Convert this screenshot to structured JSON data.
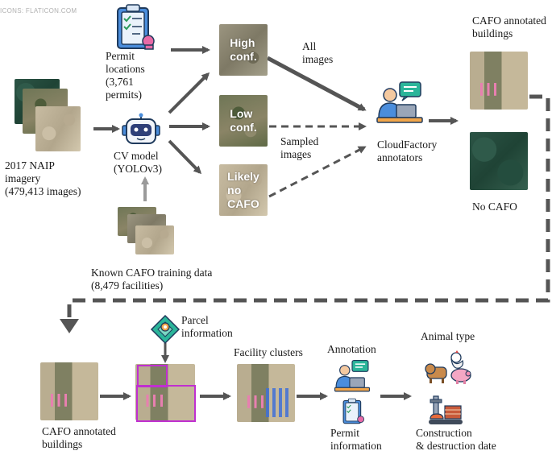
{
  "credit": "ICONS: FLATICON.COM",
  "colors": {
    "arrow_dark": "#555555",
    "arrow_light": "#9a9a9a",
    "cafo_pink": "#e87fb0",
    "parcel_purple": "#c02fd0",
    "cluster_blue": "#3f6fd8"
  },
  "icons": {
    "permit": "clipboard-checklist-icon",
    "cv_model": "robot-icon",
    "annotators": "person-at-laptop-icon",
    "parcel": "map-location-icon",
    "animal": "farm-animals-icon",
    "construction": "construction-icon"
  },
  "labels": {
    "permit_locations": "Permit\nlocations\n(3,761\npermits)",
    "naip": "2017 NAIP\nimagery\n(479,413 images)",
    "cv_model": "CV model\n(YOLOv3)",
    "known_cafo": "Known CAFO training data\n(8,479 facilities)",
    "all_images": "All\nimages",
    "sampled_images": "Sampled\nimages",
    "annotators": "CloudFactory\nannotators",
    "cafo_annotated_top": "CAFO annotated\nbuildings",
    "no_cafo": "No CAFO",
    "cafo_annotated_bottom": "CAFO annotated\nbuildings",
    "parcel": "Parcel\ninformation",
    "clusters": "Facility clusters",
    "annotation": "Annotation",
    "permit_information": "Permit\ninformation",
    "animal_type": "Animal type",
    "construction": "Construction\n& destruction date"
  },
  "confidence_boxes": {
    "high": "High\nconf.",
    "low": "Low\nconf.",
    "likely_no": "Likely\nno\nCAFO"
  }
}
